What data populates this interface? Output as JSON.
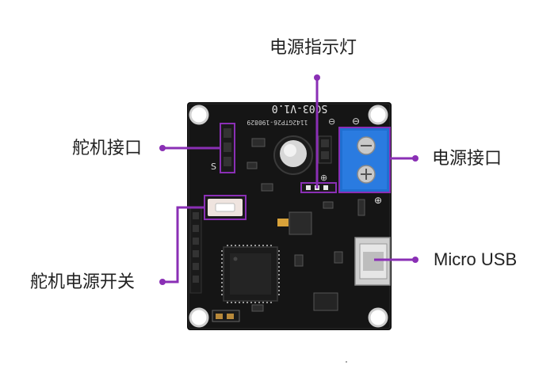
{
  "labels": {
    "power_indicator": "电源指示灯",
    "servo_port": "舵机接口",
    "power_port": "电源接口",
    "micro_usb": "Micro USB",
    "servo_power_switch": "舵机电源开关"
  },
  "board": {
    "silkscreen_title": "SC03-V1.0",
    "silkscreen_code": "1142GTP26-190829"
  },
  "colors": {
    "board": "#111111",
    "annotation": "#8a2fb5",
    "terminal": "#1f6fd1",
    "text": "#222222"
  }
}
